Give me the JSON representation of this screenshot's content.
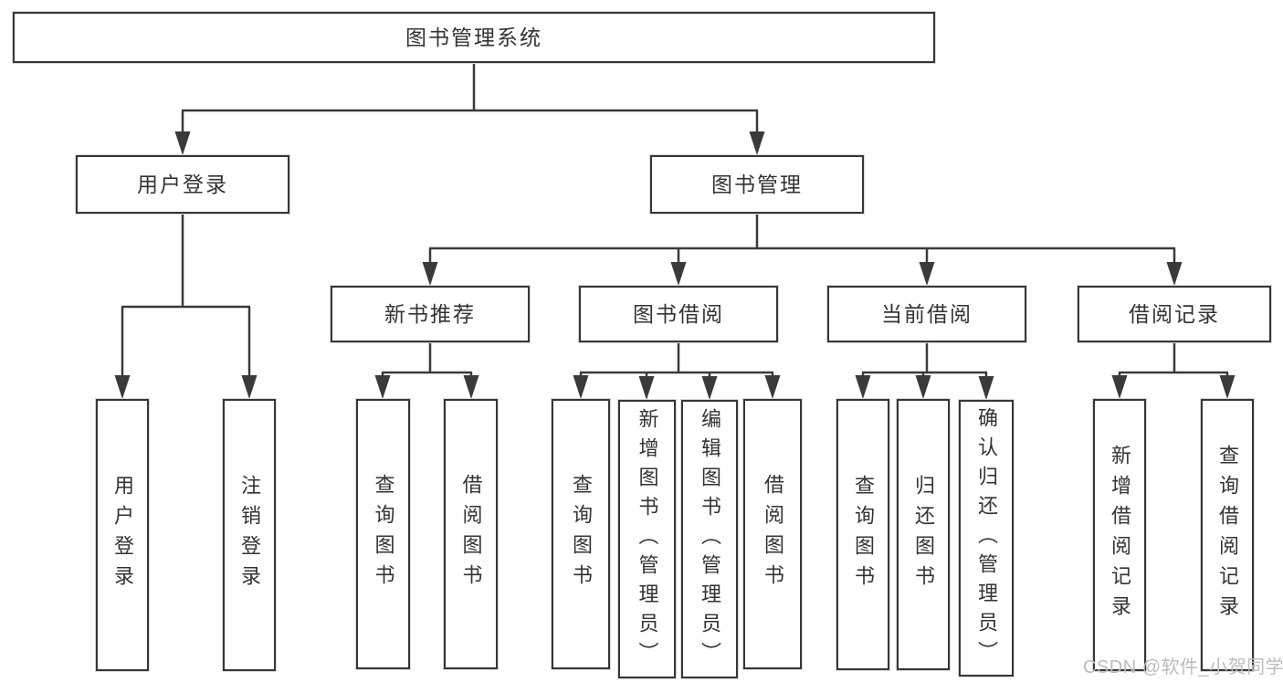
{
  "diagram": {
    "root": {
      "label": "图书管理系统"
    },
    "level2": [
      {
        "label": "用户登录"
      },
      {
        "label": "图书管理"
      }
    ],
    "level3": [
      {
        "label": "新书推荐"
      },
      {
        "label": "图书借阅"
      },
      {
        "label": "当前借阅"
      },
      {
        "label": "借阅记录"
      }
    ],
    "leaves": [
      {
        "label": "用户登录"
      },
      {
        "label": "注销登录"
      },
      {
        "label": "查询图书"
      },
      {
        "label": "借阅图书"
      },
      {
        "label": "查询图书"
      },
      {
        "label": "新增图书（管理员）"
      },
      {
        "label": "编辑图书（管理员）"
      },
      {
        "label": "借阅图书"
      },
      {
        "label": "查询图书"
      },
      {
        "label": "归还图书"
      },
      {
        "label": "确认归还（管理员）"
      },
      {
        "label": "新增借阅记录"
      },
      {
        "label": "查询借阅记录"
      }
    ]
  },
  "watermark": {
    "text": "CSDN @软件_小贺同学",
    "color": "#bcbcbc"
  },
  "colors": {
    "line": "#3a3a3a",
    "text": "#333333",
    "node_fill": "#ffffff",
    "background": "#ffffff"
  }
}
